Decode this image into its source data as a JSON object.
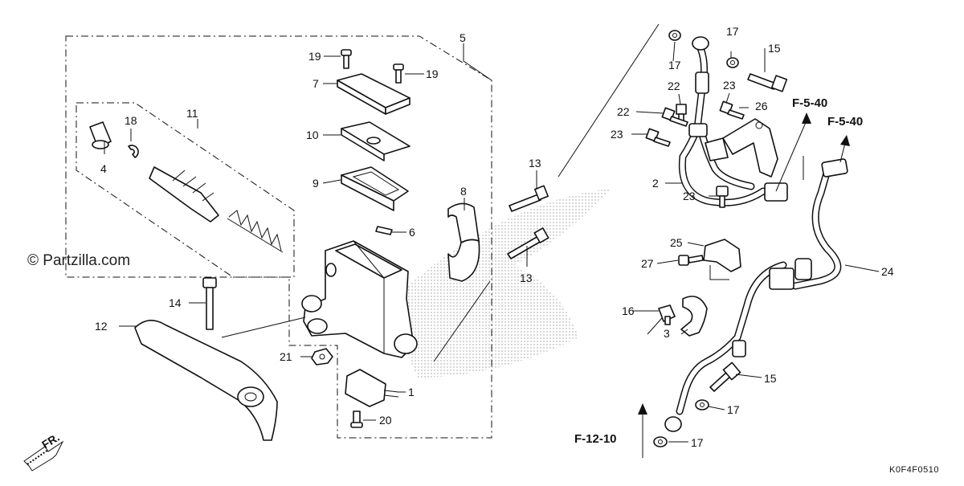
{
  "watermark": "© Partzilla.com",
  "diagram_code": "K0F4F0510",
  "front_marker": "FR.",
  "references": {
    "upper_right_a": "F-5-40",
    "upper_right_b": "F-5-40",
    "lower": "F-12-10"
  },
  "callouts": [
    {
      "id": "c1",
      "text": "1"
    },
    {
      "id": "c2",
      "text": "2"
    },
    {
      "id": "c3",
      "text": "3"
    },
    {
      "id": "c4",
      "text": "4"
    },
    {
      "id": "c5",
      "text": "5"
    },
    {
      "id": "c6",
      "text": "6"
    },
    {
      "id": "c7",
      "text": "7"
    },
    {
      "id": "c8",
      "text": "8"
    },
    {
      "id": "c9",
      "text": "9"
    },
    {
      "id": "c10",
      "text": "10"
    },
    {
      "id": "c11",
      "text": "11"
    },
    {
      "id": "c12",
      "text": "12"
    },
    {
      "id": "c13a",
      "text": "13"
    },
    {
      "id": "c13b",
      "text": "13"
    },
    {
      "id": "c14",
      "text": "14"
    },
    {
      "id": "c15a",
      "text": "15"
    },
    {
      "id": "c15b",
      "text": "15"
    },
    {
      "id": "c16",
      "text": "16"
    },
    {
      "id": "c17a",
      "text": "17"
    },
    {
      "id": "c17b",
      "text": "17"
    },
    {
      "id": "c17c",
      "text": "17"
    },
    {
      "id": "c17d",
      "text": "17"
    },
    {
      "id": "c18",
      "text": "18"
    },
    {
      "id": "c19a",
      "text": "19"
    },
    {
      "id": "c19b",
      "text": "19"
    },
    {
      "id": "c20",
      "text": "20"
    },
    {
      "id": "c21",
      "text": "21"
    },
    {
      "id": "c22a",
      "text": "22"
    },
    {
      "id": "c22b",
      "text": "22"
    },
    {
      "id": "c23a",
      "text": "23"
    },
    {
      "id": "c23b",
      "text": "23"
    },
    {
      "id": "c23c",
      "text": "23"
    },
    {
      "id": "c24",
      "text": "24"
    },
    {
      "id": "c25",
      "text": "25"
    },
    {
      "id": "c26",
      "text": "26"
    },
    {
      "id": "c27",
      "text": "27"
    }
  ]
}
